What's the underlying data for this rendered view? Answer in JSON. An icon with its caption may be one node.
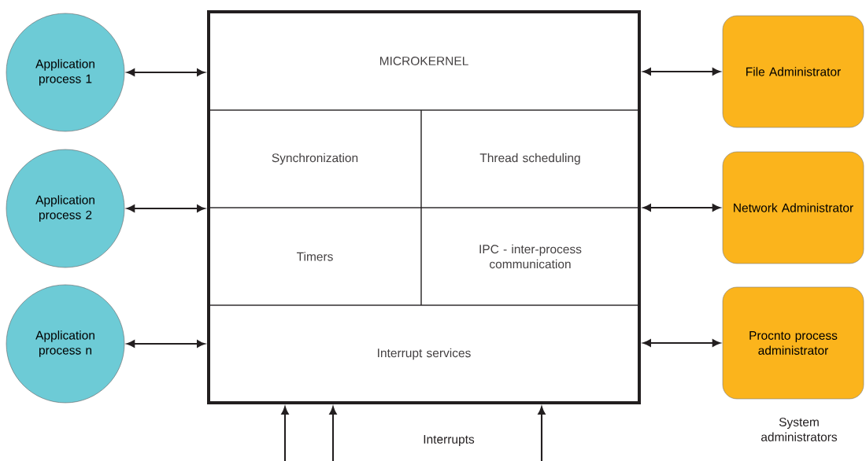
{
  "diagram": {
    "nodes": [
      {
        "text": [
          "Application process 1"
        ]
      },
      {
        "text": [
          "Application process 2"
        ]
      },
      {
        "text": [
          "Application process n"
        ]
      },
      {
        "text": [],
        "shape": "box"
      },
      {
        "text": [
          "MICROKERNEL"
        ],
        "in": 3
      },
      {
        "text": [
          "Synchronization"
        ],
        "in": 3
      },
      {
        "text": [
          "Thread scheduling"
        ],
        "in": 3
      },
      {
        "text": [
          "Timers"
        ],
        "in": 3
      },
      {
        "text": [
          "IPC - inter-process communication"
        ],
        "in": 3
      },
      {
        "text": [
          "Interrupt services"
        ],
        "in": 3
      },
      {
        "text": [
          "File Administrator"
        ]
      },
      {
        "text": [
          "Network Administrator"
        ]
      },
      {
        "text": [
          "Procnto process administrator"
        ]
      }
    ],
    "edges": [
      {
        "from": 0,
        "to": 3,
        "arrow": "both"
      },
      {
        "from": 1,
        "to": 3,
        "arrow": "both"
      },
      {
        "from": 2,
        "to": 3,
        "arrow": "both"
      },
      {
        "from": 3,
        "to": 10,
        "arrow": "both"
      },
      {
        "from": 3,
        "to": 11,
        "arrow": "both"
      },
      {
        "from": 3,
        "to": 12,
        "arrow": "both"
      },
      {
        "from": null,
        "to": 3,
        "arrow": "to"
      },
      {
        "from": null,
        "to": 3,
        "arrow": "to"
      },
      {
        "from": null,
        "to": 3,
        "arrow": "to"
      }
    ],
    "labels": [
      "Interrupts",
      "System administrators"
    ]
  }
}
